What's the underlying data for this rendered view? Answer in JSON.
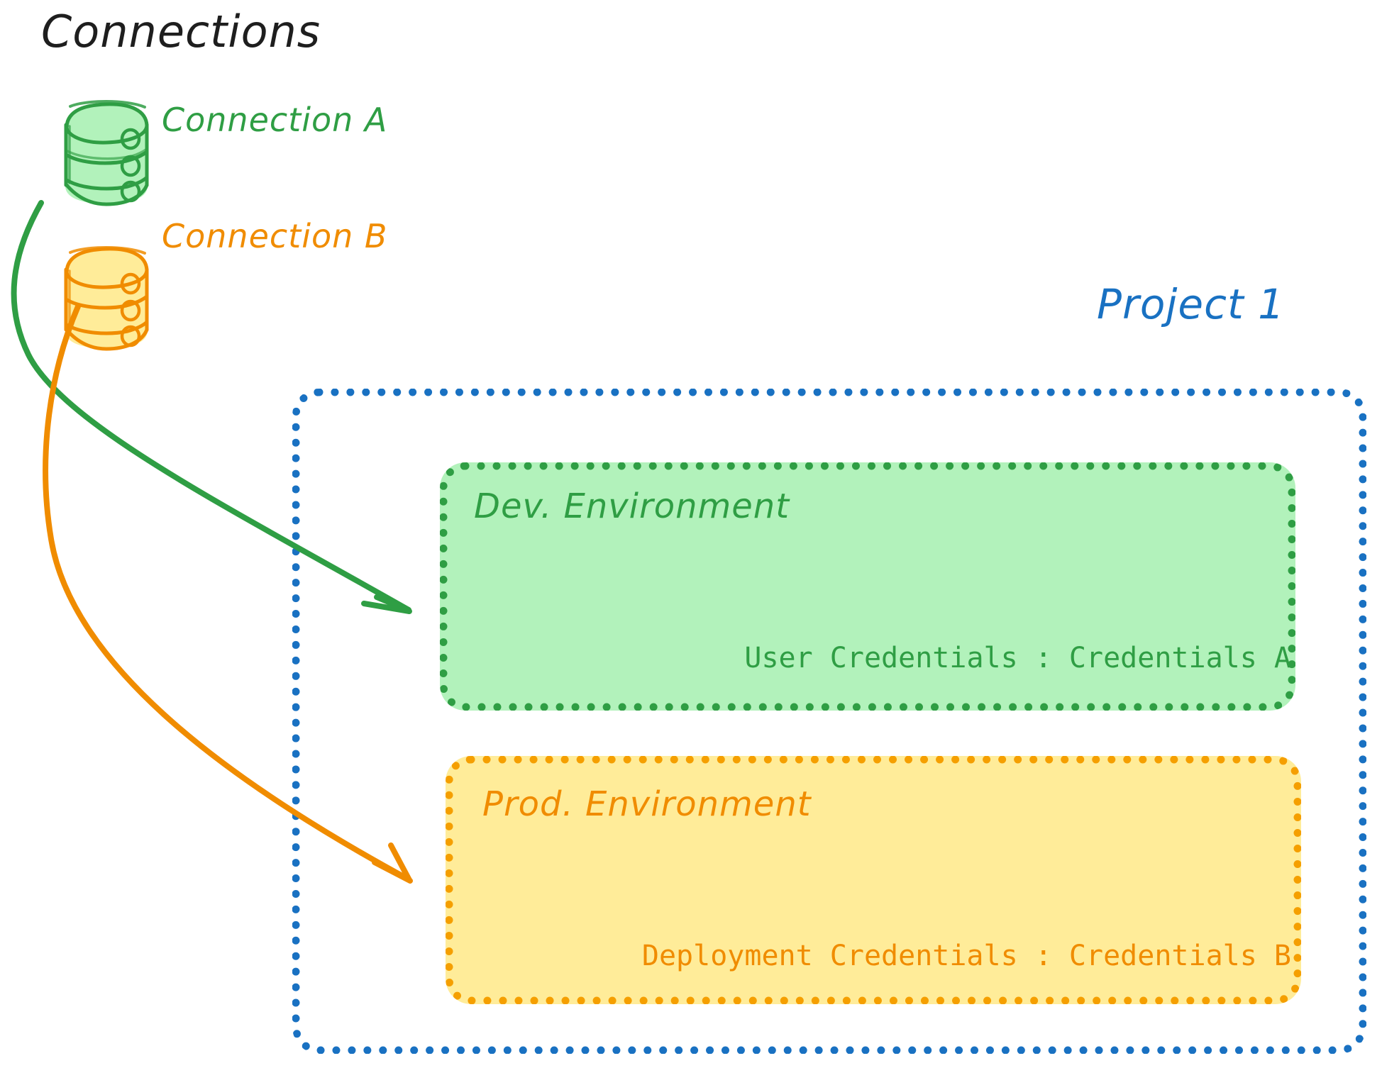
{
  "diagram": {
    "title": "Connections",
    "background_color": "#ffffff"
  },
  "connections": {
    "heading": "Connections",
    "heading_color": "#1e1e1e",
    "items": [
      {
        "id": "connection-a",
        "label": "Connection A",
        "icon": "database-cylinder-icon",
        "stroke_color": "#2f9e44",
        "fill_color": "#b2f2bb"
      },
      {
        "id": "connection-b",
        "label": "Connection B",
        "icon": "database-cylinder-icon",
        "stroke_color": "#f08c00",
        "fill_color": "#ffec99"
      }
    ]
  },
  "project": {
    "label": "Project 1",
    "border_color": "#1971c2",
    "border_style": "dotted",
    "environments": [
      {
        "id": "dev-environment",
        "title": "Dev. Environment",
        "credential_label": "User Credentials",
        "credential_separator": ":",
        "credential_value": "Credentials A",
        "credential_line": "User Credentials : Credentials A",
        "fill_color": "#b2f2bb",
        "border_color": "#2f9e44",
        "text_color": "#2f9e44"
      },
      {
        "id": "prod-environment",
        "title": "Prod. Environment",
        "credential_label": "Deployment Credentials",
        "credential_separator": ":",
        "credential_value": "Credentials B",
        "credential_line": "Deployment Credentials : Credentials B",
        "fill_color": "#ffec99",
        "border_color": "#f59f00",
        "text_color": "#f08c00"
      }
    ]
  },
  "arrows": [
    {
      "id": "arrow-connection-a-to-dev",
      "from": "connection-a",
      "to": "dev-environment",
      "color": "#2f9e44",
      "style": "curved-arrow"
    },
    {
      "id": "arrow-connection-b-to-prod",
      "from": "connection-b",
      "to": "prod-environment",
      "color": "#f08c00",
      "style": "curved-arrow"
    }
  ]
}
